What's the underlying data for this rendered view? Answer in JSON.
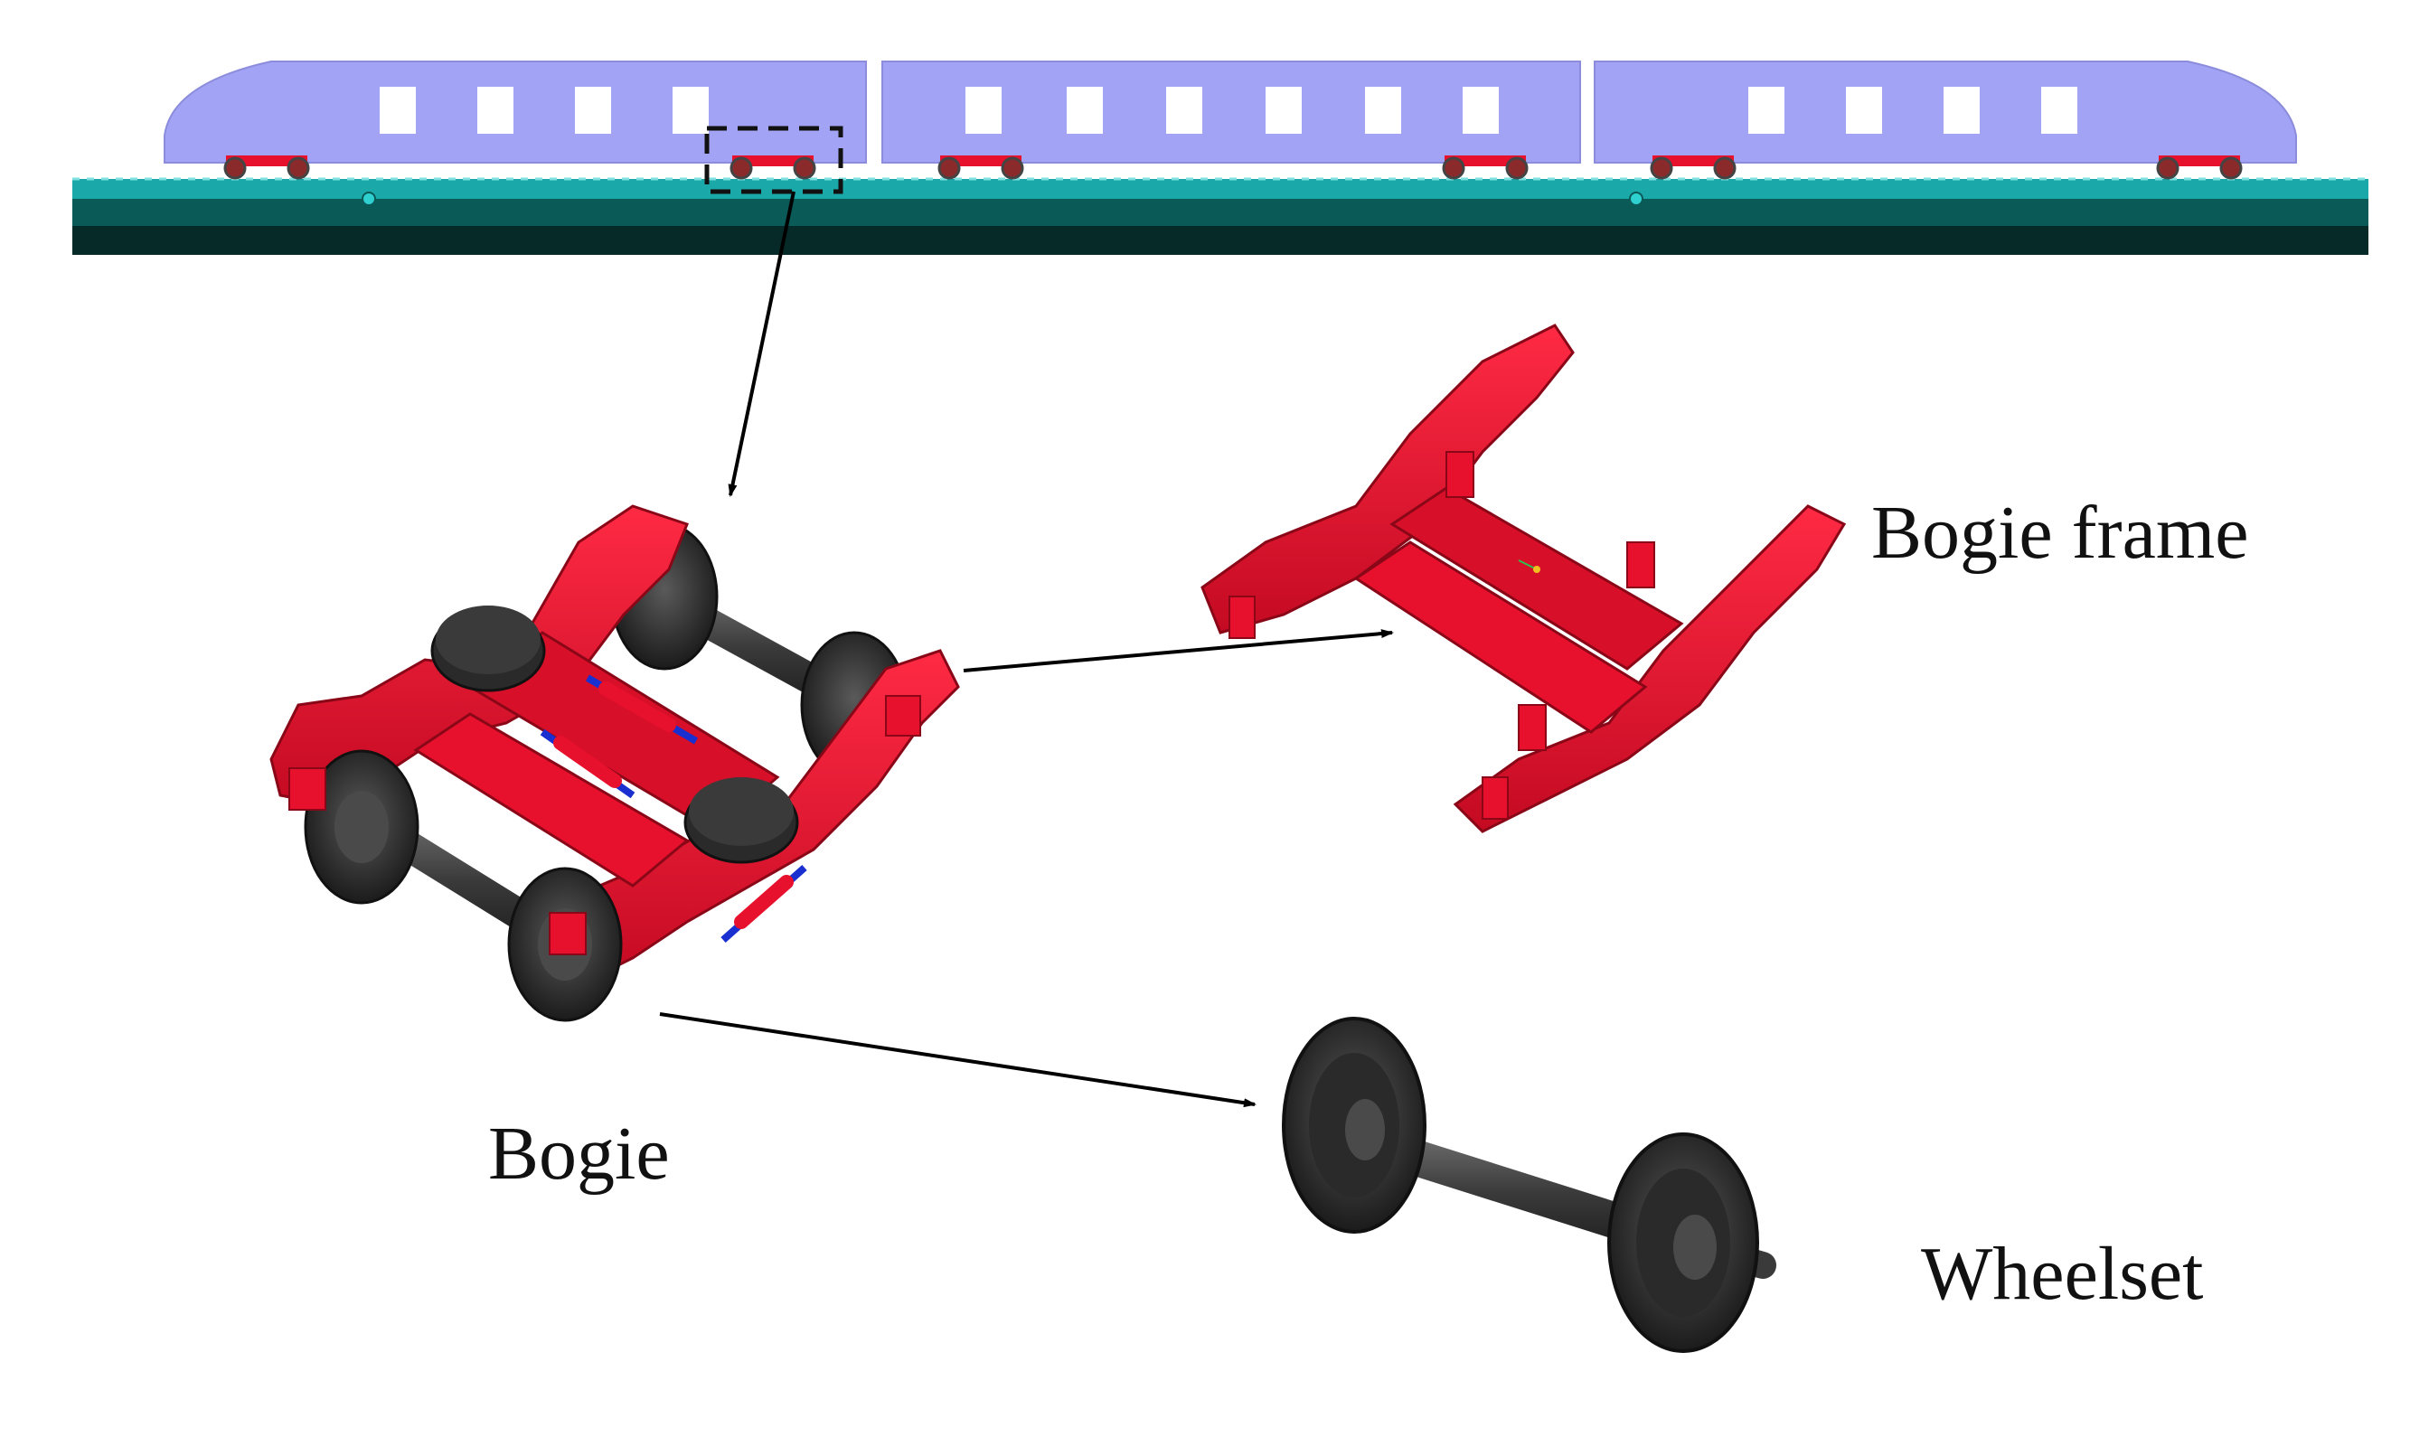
{
  "labels": {
    "bogie_frame": "Bogie frame",
    "bogie": "Bogie",
    "wheelset": "Wheelset"
  },
  "colors": {
    "train_body": "#a3a3f5",
    "train_window": "#ffffff",
    "track_top": "#1aa8a8",
    "track_mid": "#0a5a58",
    "track_base": "#062a28",
    "bogie_red": "#e8112d",
    "bogie_red_dark": "#a80a1e",
    "wheel_dark": "#2b2b2b",
    "wheel_mid": "#4a4a4a",
    "damper_blue": "#1a2fd0",
    "arrow": "#000000"
  },
  "icons": {
    "train": "train-side-view",
    "bogie": "bogie-3d-model",
    "frame": "bogie-frame-3d-model",
    "wheelset": "wheelset-3d-model"
  }
}
